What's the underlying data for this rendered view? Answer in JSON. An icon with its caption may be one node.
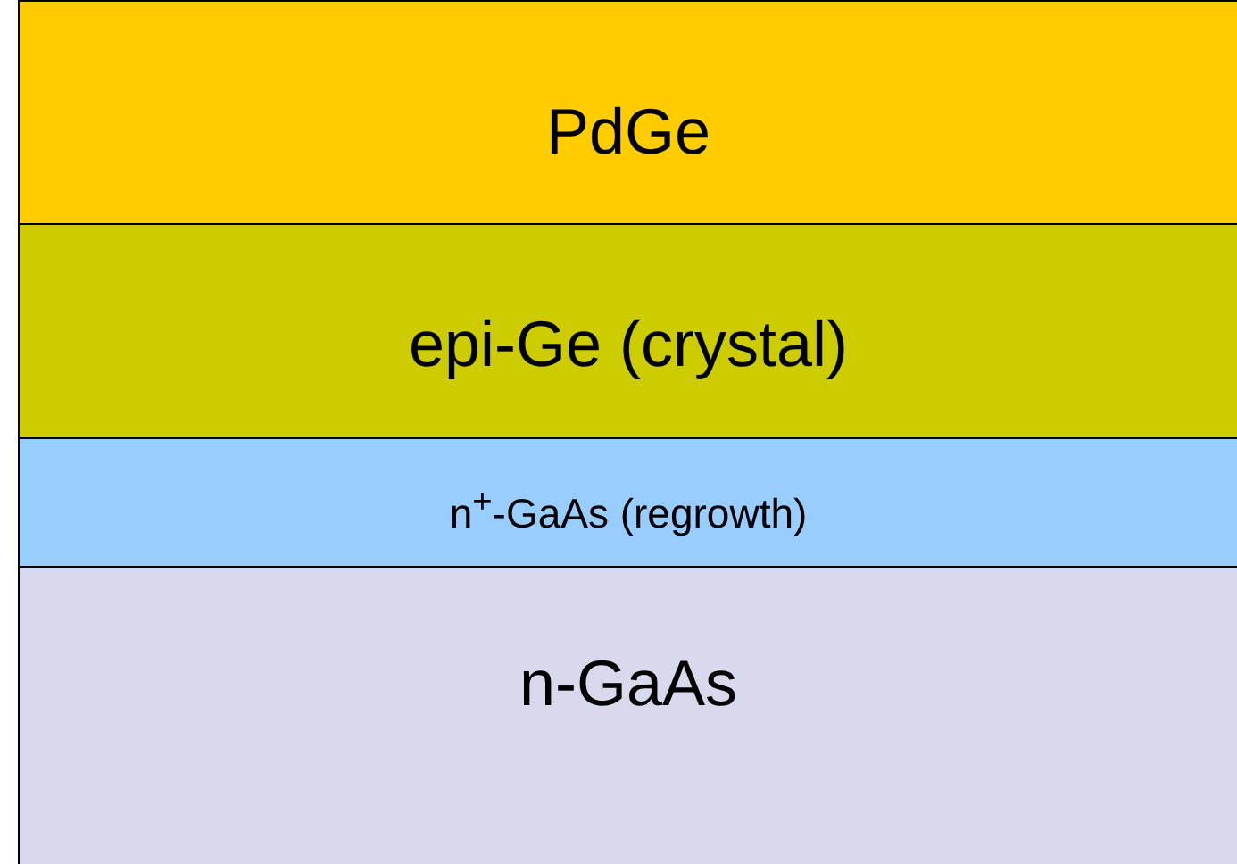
{
  "diagram": {
    "nodes": [
      {
        "text": [
          "PdGe"
        ]
      },
      {
        "text": [
          "epi-Ge (crystal)"
        ]
      },
      {
        "text": [
          "n$^{+}$-GaAs (regrowth)"
        ]
      },
      {
        "text": [
          "n-GaAs"
        ]
      }
    ]
  }
}
